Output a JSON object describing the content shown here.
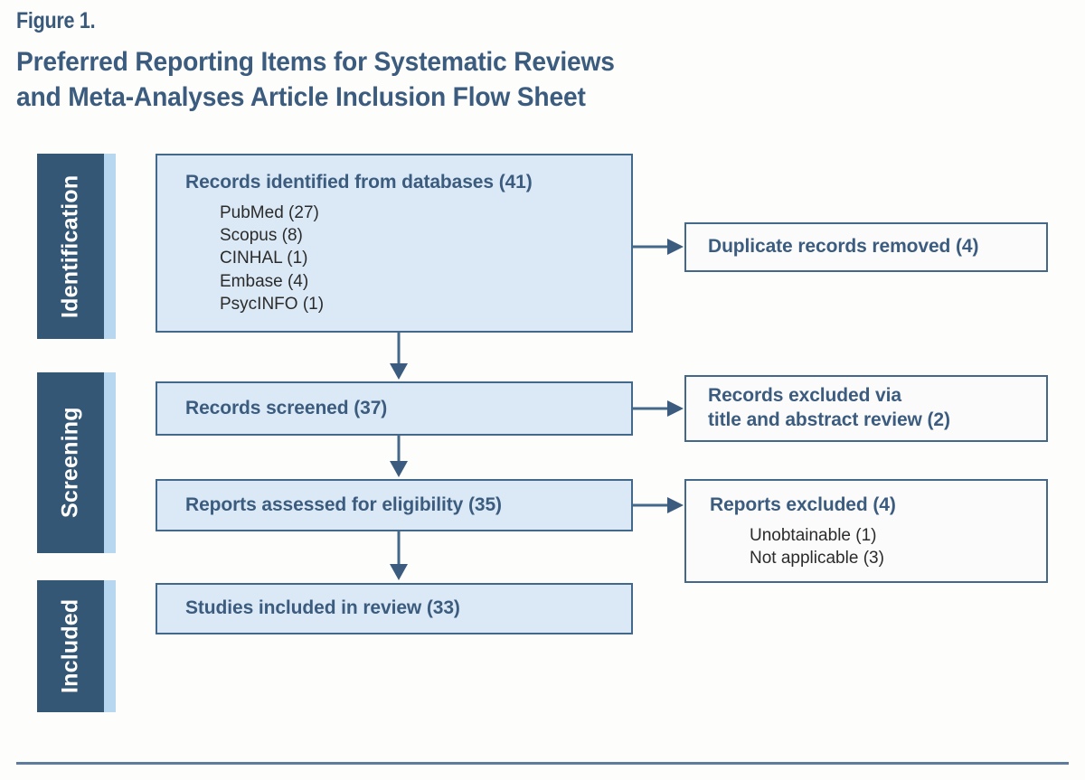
{
  "figure": {
    "label": "Figure 1.",
    "title_line1": "Preferred Reporting Items for Systematic Reviews",
    "title_line2": "and Meta-Analyses Article Inclusion Flow Sheet"
  },
  "colors": {
    "stage_bar_dark": "#345775",
    "stage_bar_accent": "#b7d6ef",
    "box_border": "#44688a",
    "box_fill_blue": "#dbe9f6",
    "box_fill_white": "#fbfbfc",
    "heading_text": "#3b5c7e",
    "body_text": "#2b2b2b",
    "rule": "#5d7c9b",
    "page_background": "#fdfdfb"
  },
  "stages": [
    {
      "id": "identification",
      "label": "Identification"
    },
    {
      "id": "screening",
      "label": "Screening"
    },
    {
      "id": "included",
      "label": "Included"
    }
  ],
  "flow": {
    "identified": {
      "title": "Records identified from databases (41)",
      "sources": [
        "PubMed (27)",
        "Scopus (8)",
        "CINHAL (1)",
        "Embase (4)",
        "PsycINFO (1)"
      ]
    },
    "duplicates_removed": {
      "title": "Duplicate records removed (4)"
    },
    "screened": {
      "title": "Records screened (37)"
    },
    "excluded_screening": {
      "title_line1": "Records excluded via",
      "title_line2": "title and abstract review (2)"
    },
    "assessed": {
      "title": "Reports assessed for eligibility (35)"
    },
    "excluded_reports": {
      "title": "Reports excluded (4)",
      "reasons": [
        "Unobtainable (1)",
        "Not applicable (3)"
      ]
    },
    "included_studies": {
      "title": "Studies included in review (33)"
    }
  },
  "chart_data": {
    "type": "diagram",
    "title": "Preferred Reporting Items for Systematic Reviews and Meta-Analyses Article Inclusion Flow Sheet",
    "stages": [
      "Identification",
      "Screening",
      "Included"
    ],
    "nodes": [
      {
        "id": "identified",
        "stage": "Identification",
        "label": "Records identified from databases",
        "count": 41,
        "breakdown": [
          {
            "label": "PubMed",
            "count": 27
          },
          {
            "label": "Scopus",
            "count": 8
          },
          {
            "label": "CINHAL",
            "count": 1
          },
          {
            "label": "Embase",
            "count": 4
          },
          {
            "label": "PsycINFO",
            "count": 1
          }
        ]
      },
      {
        "id": "duplicates_removed",
        "stage": "Identification",
        "label": "Duplicate records removed",
        "count": 4
      },
      {
        "id": "screened",
        "stage": "Screening",
        "label": "Records screened",
        "count": 37
      },
      {
        "id": "excluded_screening",
        "stage": "Screening",
        "label": "Records excluded via title and abstract review",
        "count": 2
      },
      {
        "id": "assessed",
        "stage": "Screening",
        "label": "Reports assessed for eligibility",
        "count": 35
      },
      {
        "id": "excluded_reports",
        "stage": "Screening",
        "label": "Reports excluded",
        "count": 4,
        "breakdown": [
          {
            "label": "Unobtainable",
            "count": 1
          },
          {
            "label": "Not applicable",
            "count": 3
          }
        ]
      },
      {
        "id": "included_studies",
        "stage": "Included",
        "label": "Studies included in review",
        "count": 33
      }
    ],
    "edges": [
      {
        "from": "identified",
        "to": "duplicates_removed",
        "direction": "right"
      },
      {
        "from": "identified",
        "to": "screened",
        "direction": "down"
      },
      {
        "from": "screened",
        "to": "excluded_screening",
        "direction": "right"
      },
      {
        "from": "screened",
        "to": "assessed",
        "direction": "down"
      },
      {
        "from": "assessed",
        "to": "excluded_reports",
        "direction": "right"
      },
      {
        "from": "assessed",
        "to": "included_studies",
        "direction": "down"
      }
    ]
  }
}
